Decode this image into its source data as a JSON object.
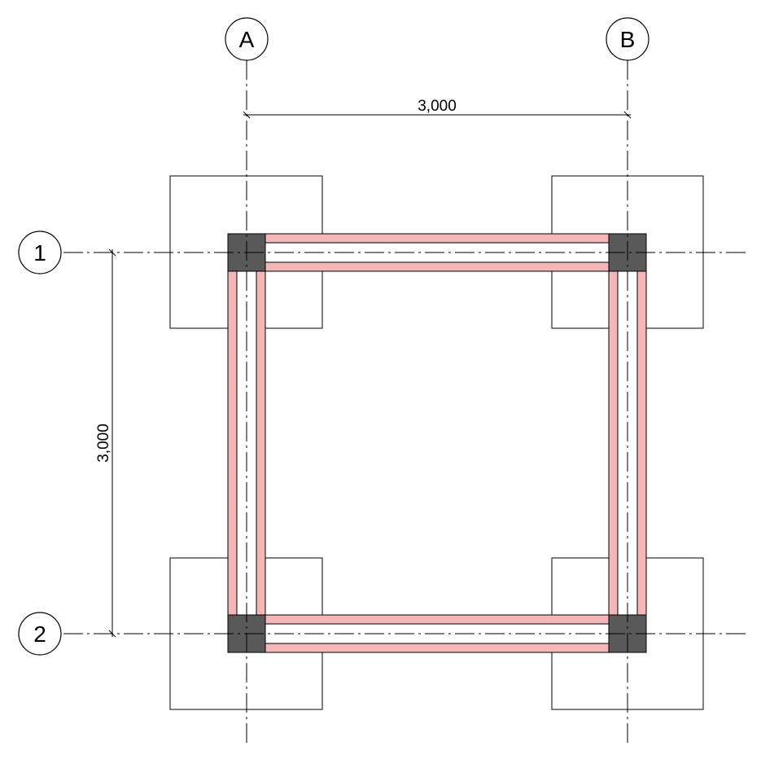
{
  "grid": {
    "columns": [
      {
        "label": "A"
      },
      {
        "label": "B"
      }
    ],
    "rows": [
      {
        "label": "1"
      },
      {
        "label": "2"
      }
    ]
  },
  "dimensions": {
    "horizontal": {
      "text": "3,000"
    },
    "vertical": {
      "text": "3,000"
    }
  },
  "colors": {
    "beam_fill": "#f4b6b6",
    "column_fill": "#595959",
    "line": "#000000",
    "background": "#ffffff"
  }
}
